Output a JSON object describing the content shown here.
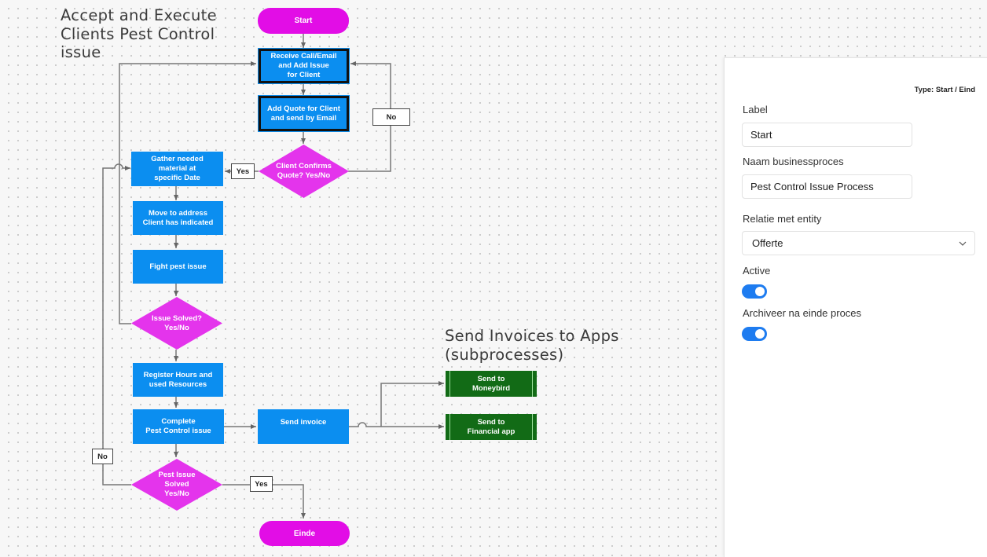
{
  "canvas": {
    "title_main": "Accept and Execute\nClients Pest Control\nissue",
    "title_sub": "Send Invoices to Apps\n(subprocesses)",
    "nodes": {
      "start": "Start",
      "receive_call": "Receive Call/Email\nand Add Issue\nfor Client",
      "add_quote": "Add Quote for Client\nand send by Email",
      "client_confirms": "Client Confirms\nQuote? Yes/No",
      "gather_material": "Gather needed\nmaterial at\nspecific Date",
      "move_address": "Move to address\nClient has indicated",
      "fight_pest": "Fight pest issue",
      "issue_solved": "Issue Solved?\nYes/No",
      "register_hours": "Register Hours and\nused Resources",
      "complete": "Complete\nPest Control issue",
      "send_invoice": "Send invoice",
      "send_moneybird": "Send to\nMoneybird",
      "send_financial": "Send to\nFinancial app",
      "pest_solved": "Pest Issue\nSolved\nYes/No",
      "einde": "Einde"
    },
    "edge_labels": {
      "no_top": "No",
      "yes_confirm": "Yes",
      "no_bottom": "No",
      "yes_bottom": "Yes"
    },
    "colors": {
      "terminal": "#e20de6",
      "process": "#0b8ef0",
      "decision": "#e434ec",
      "subprocess": "#126b16",
      "toggle_on": "#1e7cf0"
    }
  },
  "panel": {
    "type_text": "Type: Start / Eind",
    "label_label": "Label",
    "label_value": "Start",
    "bp_label": "Naam businessproces",
    "bp_value": "Pest Control Issue Process",
    "entity_label": "Relatie met entity",
    "entity_value": "Offerte",
    "active_label": "Active",
    "active_on": true,
    "archive_label": "Archiveer na einde proces",
    "archive_on": true
  }
}
